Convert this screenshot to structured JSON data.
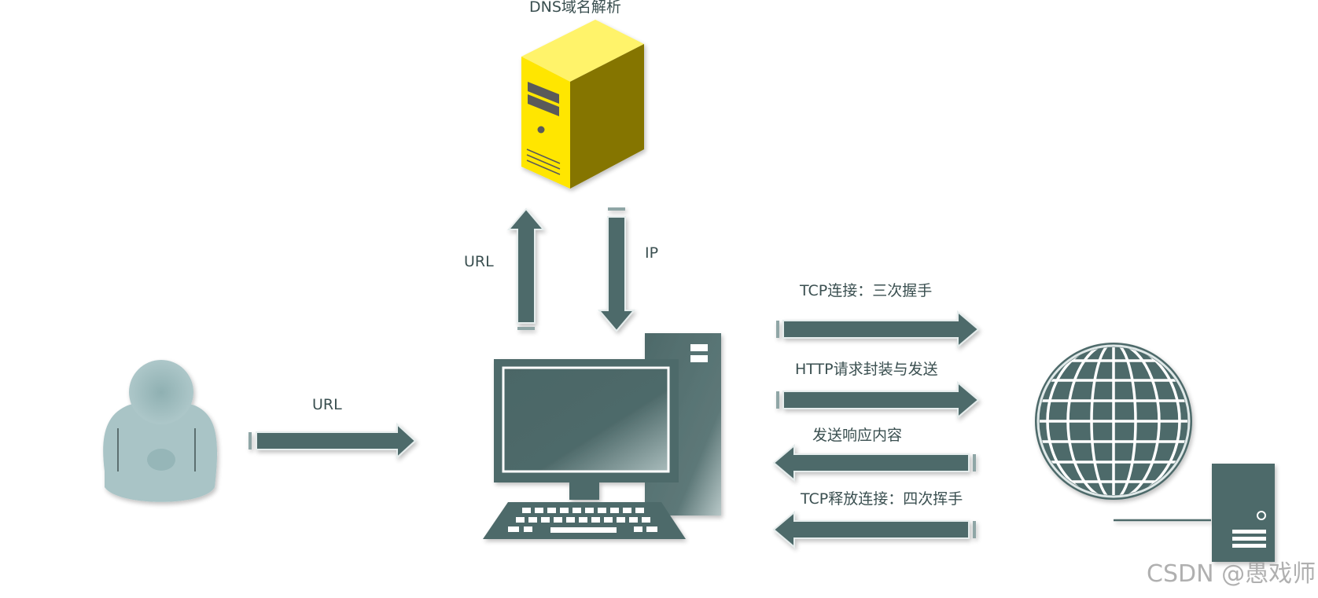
{
  "labels": {
    "dns": "DNS域名解析",
    "url_up": "URL",
    "ip_down": "IP",
    "url_user": "URL",
    "tcp_connect": "TCP连接：三次握手",
    "http_request": "HTTP请求封装与发送",
    "send_response": "发送响应内容",
    "tcp_release": "TCP释放连接：四次挥手"
  },
  "watermark": "CSDN @愚戏师",
  "icons": {
    "user": "user-icon",
    "dns_server": "dns-server-icon",
    "computer": "computer-icon",
    "internet": "globe-icon",
    "web_server": "web-server-icon"
  },
  "colors": {
    "slate": "#4e6a6a",
    "slate_dark": "#3a5252",
    "user_fill": "#a9c4c6",
    "server_yellow": "#ffe600",
    "server_olive": "#857400",
    "text": "#3a4f50"
  }
}
